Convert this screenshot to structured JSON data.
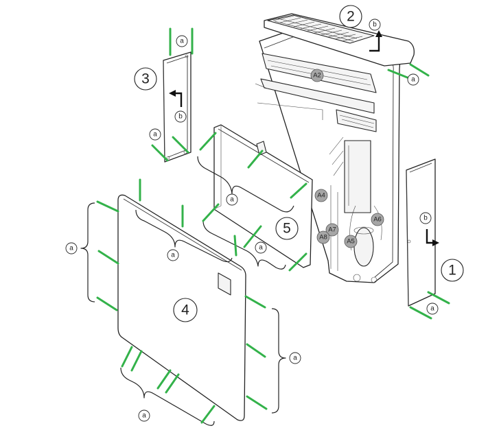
{
  "callout_letter": "a",
  "direction_letter": "b",
  "panels": {
    "p1": "1",
    "p2": "2",
    "p3": "3",
    "p4": "4",
    "p5": "5"
  },
  "components": {
    "a2": "A2",
    "a4": "A4",
    "a5": "A5",
    "a6": "A6",
    "a7": "A7",
    "a8": "A8"
  },
  "colors": {
    "arrow": "#33b24a",
    "line": "#222222",
    "component_marker": "#a6a6a6"
  }
}
